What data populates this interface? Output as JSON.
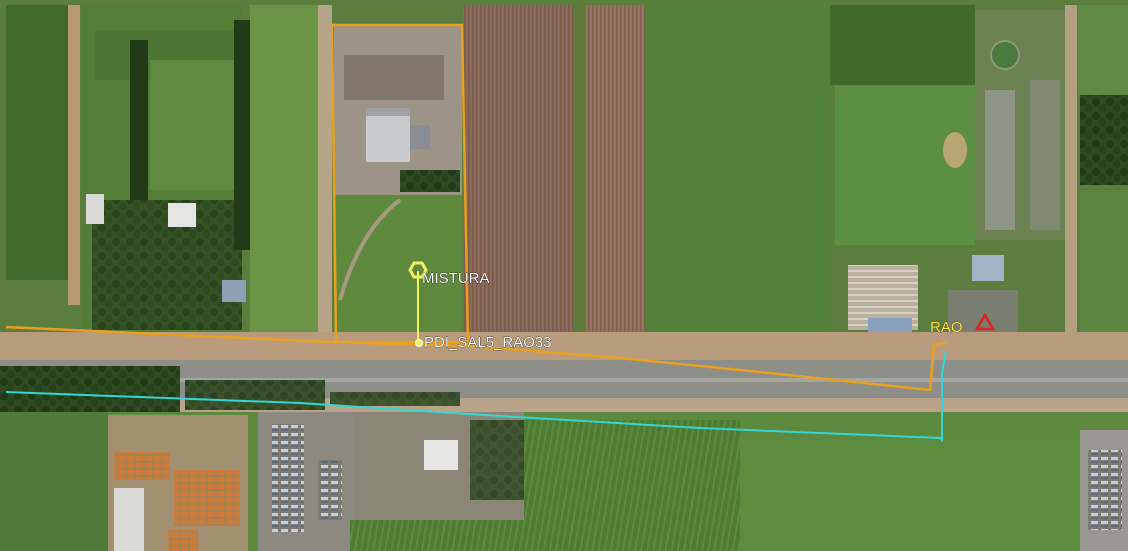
{
  "map": {
    "placemarks": [
      {
        "id": "mistura",
        "label": "MISTURA",
        "icon": "hexagon-placemark-icon"
      },
      {
        "id": "pdi",
        "label": "PDI_SAL5_RAO33",
        "icon": "circle-node-icon"
      },
      {
        "id": "rao",
        "label": "RAO",
        "icon": "red-triangle-icon"
      }
    ],
    "colors": {
      "orange_route": "#e8a020",
      "cyan_route": "#35d6d6",
      "yellow_link": "#f4f060",
      "rao_marker": "#e02020",
      "rao_label": "#ffe14a"
    }
  }
}
